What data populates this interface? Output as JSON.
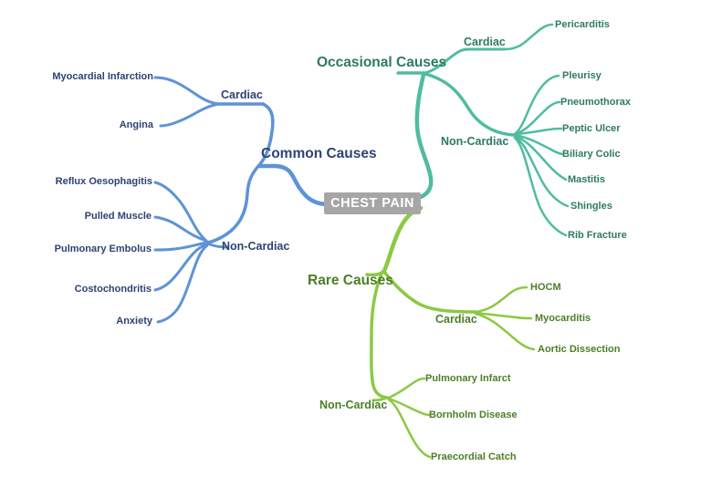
{
  "title_node": {
    "label": "CHEST PAIN",
    "bg_color": "#a6a6a6",
    "text_color": "#ffffff"
  },
  "branches": {
    "common": {
      "label": "Common Causes",
      "line_color": "#5e93d6",
      "text_color": "#2e4372",
      "groups": {
        "cardiac": {
          "label": "Cardiac",
          "items": {
            "mi": "Myocardial Infarction",
            "angina": "Angina"
          }
        },
        "non_cardiac": {
          "label": "Non-Cardiac",
          "items": {
            "reflux": "Reflux Oesophagitis",
            "pulled": "Pulled Muscle",
            "embolus": "Pulmonary Embolus",
            "costo": "Costochondritis",
            "anxiety": "Anxiety"
          }
        }
      }
    },
    "occasional": {
      "label": "Occasional Causes",
      "line_color": "#4fbca0",
      "text_color": "#2e7a64",
      "groups": {
        "cardiac": {
          "label": "Cardiac",
          "items": {
            "pericarditis": "Pericarditis"
          }
        },
        "non_cardiac": {
          "label": "Non-Cardiac",
          "items": {
            "pleurisy": "Pleurisy",
            "pneumothorax": "Pneumothorax",
            "peptic": "Peptic Ulcer",
            "biliary": "Biliary Colic",
            "mastitis": "Mastitis",
            "shingles": "Shingles",
            "rib": "Rib Fracture"
          }
        }
      }
    },
    "rare": {
      "label": "Rare Causes",
      "line_color": "#8cc944",
      "text_color": "#4c7e27",
      "groups": {
        "cardiac": {
          "label": "Cardiac",
          "items": {
            "hocm": "HOCM",
            "myocarditis": "Myocarditis",
            "aortic": "Aortic Dissection"
          }
        },
        "non_cardiac": {
          "label": "Non-Cardiac",
          "items": {
            "infarct": "Pulmonary Infarct",
            "bornholm": "Bornholm Disease",
            "praecordial": "Praecordial Catch"
          }
        }
      }
    }
  }
}
